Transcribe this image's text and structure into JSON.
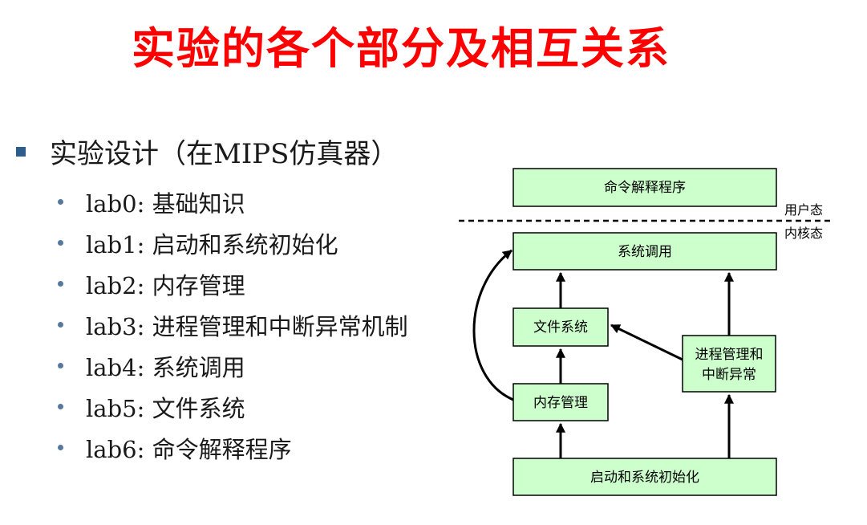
{
  "title": "实验的各个部分及相互关系",
  "main_bullet": "实验设计（在MIPS仿真器）",
  "labs": [
    "lab0: 基础知识",
    "lab1: 启动和系统初始化",
    "lab2: 内存管理",
    "lab3: 进程管理和中断异常机制",
    "lab4: 系统调用",
    "lab5: 文件系统",
    "lab6: 命令解释程序"
  ],
  "diagram": {
    "boxes": {
      "shell": "命令解释程序",
      "syscall": "系统调用",
      "fs": "文件系统",
      "process_line1": "进程管理和",
      "process_line2": "中断异常",
      "memory": "内存管理",
      "boot": "启动和系统初始化"
    },
    "user_mode_label": "用户态",
    "kernel_mode_label": "内核态"
  },
  "colors": {
    "title": "#ff0000",
    "box_fill": "#ccffcc",
    "bullet_marker": "#2e5c8c",
    "dot_marker": "#5577a0"
  }
}
